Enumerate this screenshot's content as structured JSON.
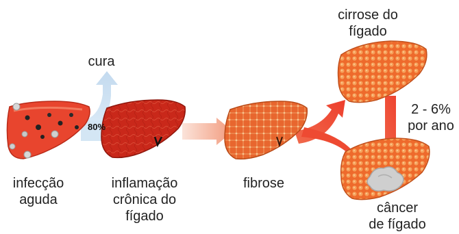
{
  "labels": {
    "cure": "cura",
    "percent_cure": "80%",
    "acute": [
      "infecção",
      "aguda"
    ],
    "chronic": [
      "inflamação",
      "crônica do",
      "fígado"
    ],
    "fibrosis": "fibrose",
    "cirrhosis": [
      "cirrose do",
      "fígado"
    ],
    "rate": [
      "2 - 6%",
      "por ano"
    ],
    "cancer": [
      "câncer",
      "de fígado"
    ]
  },
  "colors": {
    "cure_arrow": "#cfe3f3",
    "progress_arrow_light": "#f9d4c8",
    "progress_arrow": "#f08a6c",
    "branch_arrow": "#ee3e2c",
    "liver_acute": "#e8452e",
    "liver_chronic": "#c9281a",
    "liver_fibrosis": "#e8662e",
    "liver_cirrhosis": "#ee6a2c",
    "tumor": "#cfcfcf"
  },
  "icons": [
    "liver-acute-infection-icon",
    "liver-chronic-inflammation-icon",
    "liver-fibrosis-icon",
    "liver-cirrhosis-icon",
    "liver-cancer-icon"
  ]
}
